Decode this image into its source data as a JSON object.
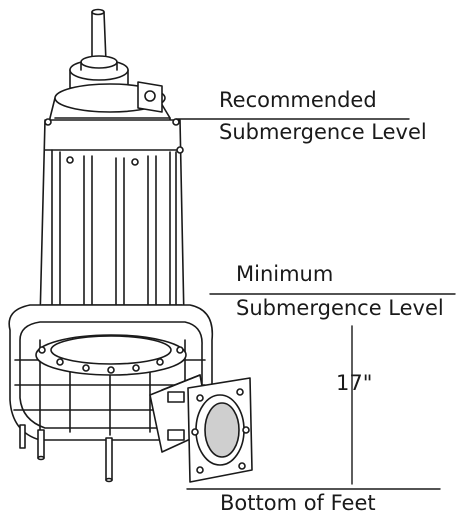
{
  "labels": {
    "recommended_line1": "Recommended",
    "recommended_line2": "Submergence Level",
    "minimum_line1": "Minimum",
    "minimum_line2": "Submergence Level",
    "dimension": "17\"",
    "bottom": "Bottom of Feet"
  },
  "colors": {
    "ink": "#1a1a1a",
    "body": "#ffffff",
    "shade": "#cfcfcf"
  }
}
